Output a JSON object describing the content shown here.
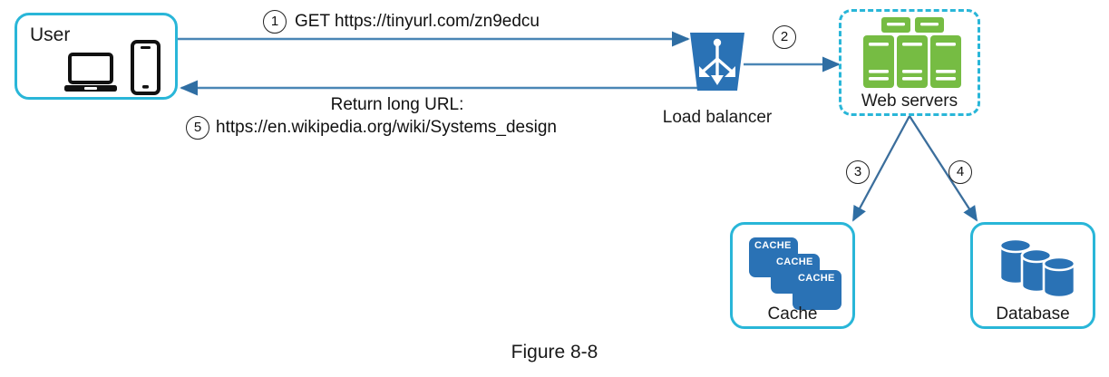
{
  "figure": {
    "caption": "Figure 8-8"
  },
  "colors": {
    "node_border": "#29b6d8",
    "arrow": "#3b75a8",
    "load_balancer": "#2a72b5",
    "server_green": "#76bc43",
    "cache_blue": "#2a72b5",
    "database_blue": "#2a72b5",
    "text": "#1a1a1a"
  },
  "nodes": {
    "user": {
      "label": "User",
      "icons": [
        "laptop-icon",
        "smartphone-icon"
      ]
    },
    "load_balancer": {
      "label": "Load balancer",
      "icon": "load-balancer-icon"
    },
    "web_servers": {
      "label": "Web servers",
      "icon": "server-rack-icon"
    },
    "cache": {
      "label": "Cache",
      "icon": "cache-stack-icon",
      "card_label": "CACHE",
      "cards": [
        "CACHE",
        "CACHE",
        "CACHE"
      ]
    },
    "database": {
      "label": "Database",
      "icon": "database-cylinders-icon"
    }
  },
  "steps": [
    {
      "number": "1",
      "text": "GET https://tinyurl.com/zn9edcu",
      "from": "user",
      "to": "load_balancer"
    },
    {
      "number": "2",
      "text": "",
      "from": "load_balancer",
      "to": "web_servers"
    },
    {
      "number": "3",
      "text": "",
      "from": "web_servers",
      "to": "cache"
    },
    {
      "number": "4",
      "text": "",
      "from": "web_servers",
      "to": "database"
    },
    {
      "number": "5",
      "text_line1": "Return long URL:",
      "text_line2": "https://en.wikipedia.org/wiki/Systems_design",
      "from": "load_balancer",
      "to": "user"
    }
  ]
}
